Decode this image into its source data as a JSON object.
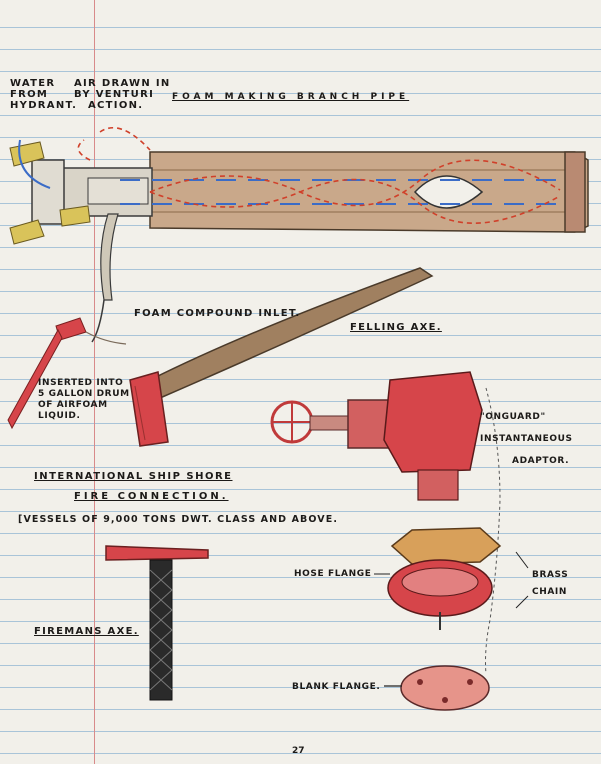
{
  "headings": {
    "branch_pipe": "FOAM MAKING BRANCH PIPE",
    "felling_axe": "FELLING AXE.",
    "ship_shore_line1": "INTERNATIONAL SHIP SHORE",
    "ship_shore_line2": "FIRE CONNECTION.",
    "firemans_axe": "FIREMANS AXE."
  },
  "branch_pipe_labels": {
    "water": [
      "WATER",
      "FROM",
      "HYDRANT."
    ],
    "air": [
      "AIR DRAWN IN",
      "BY VENTURI",
      "ACTION."
    ],
    "foam_inlet": "FOAM COMPOUND INLET.",
    "inserted": [
      "INSERTED INTO",
      "5 GALLON DRUM",
      "OF AIRFOAM",
      "LIQUID."
    ]
  },
  "connection_labels": {
    "class_note": "[VESSELS OF 9,000 TONS DWT. CLASS AND ABOVE.",
    "adaptor": [
      "\"ONGUARD\"",
      "INSTANTANEOUS",
      "ADAPTOR."
    ],
    "hose_flange": "HOSE FLANGE",
    "brass_chain": [
      "BRASS",
      "CHAIN"
    ],
    "blank_flange": "BLANK FLANGE."
  },
  "page_number": "27",
  "colors": {
    "paper": "#f2f0ea",
    "rule_line": "#a9c4d8",
    "margin_line": "#d88a8a",
    "pipe_wood": "#c9a88a",
    "water_arrows": "#3b6cc7",
    "air_arrows": "#d0402a",
    "brass": "#d9c35a",
    "fire_red": "#d6454a",
    "axe_handle": "#a08060",
    "hose_orange": "#d8a05a"
  }
}
